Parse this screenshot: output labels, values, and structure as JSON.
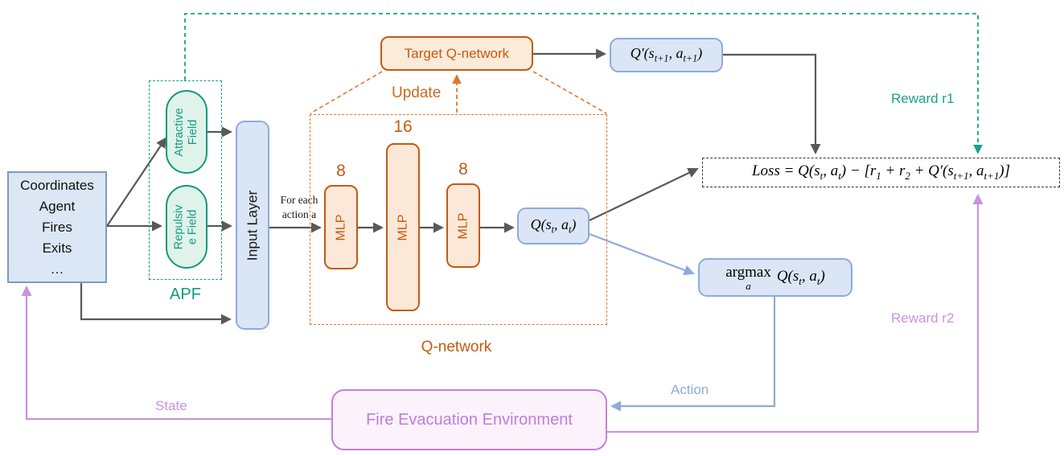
{
  "state_box": {
    "lines": [
      "Coordinates",
      "Agent",
      "Fires",
      "Exits",
      "…"
    ]
  },
  "apf": {
    "label": "APF",
    "attractive": {
      "line1": "Attractive",
      "line2": "Field"
    },
    "repulsive": {
      "line1": "Repulsiv",
      "line2": "e Field"
    }
  },
  "input_layer": {
    "label": "Input Layer"
  },
  "for_each": {
    "line1": "For each",
    "line2": "action a"
  },
  "q_network": {
    "label": "Q-network",
    "layers": [
      {
        "size": "8",
        "label": "MLP"
      },
      {
        "size": "16",
        "label": "MLP"
      },
      {
        "size": "8",
        "label": "MLP"
      }
    ]
  },
  "target_q": {
    "label": "Target Q-network",
    "update_label": "Update"
  },
  "math": {
    "q_st": [
      "Q(s",
      {
        "sub": "t"
      },
      ", a",
      {
        "sub": "t"
      },
      ")"
    ],
    "q_prime": [
      "Q′(s",
      {
        "sub": "t+1"
      },
      ", a",
      {
        "sub": "t+1"
      },
      ")"
    ],
    "loss": [
      "Loss  =  Q(s",
      {
        "sub": "t"
      },
      ", a",
      {
        "sub": "t"
      },
      ") − [r",
      {
        "sub": "1"
      },
      " + r",
      {
        "sub": "2"
      },
      " + Q′(s",
      {
        "sub": "t+1"
      },
      ", a",
      {
        "sub": "t+1"
      },
      ")]"
    ],
    "argmax_op": "argmax",
    "argmax_sub": "a",
    "argmax_q": [
      "Q(s",
      {
        "sub": "t"
      },
      ", a",
      {
        "sub": "t"
      },
      ")"
    ]
  },
  "labels": {
    "reward_r1": "Reward r1",
    "reward_r2": "Reward r2",
    "state": "State",
    "action": "Action"
  },
  "environment": {
    "label": "Fire Evacuation Environment"
  },
  "colors": {
    "gray_arrow": "#595959",
    "blue_arrow": "#8faadc",
    "purple_arrow": "#c893e2",
    "teal": "#18a384",
    "teal_border": "#12997b",
    "teal_fill": "#dff3ea",
    "orange_text": "#c55a11",
    "orange_dash": "#e0772d",
    "orange_fill": "#fce8d8",
    "blue_fill": "#dae6f6",
    "blue_border": "#8faadc",
    "state_box_fill": "#dbe7f4",
    "state_box_border": "#7e9bc2",
    "env_fill": "#fbf2fc",
    "env_border": "#c77fda",
    "env_text": "#be7dd8"
  }
}
